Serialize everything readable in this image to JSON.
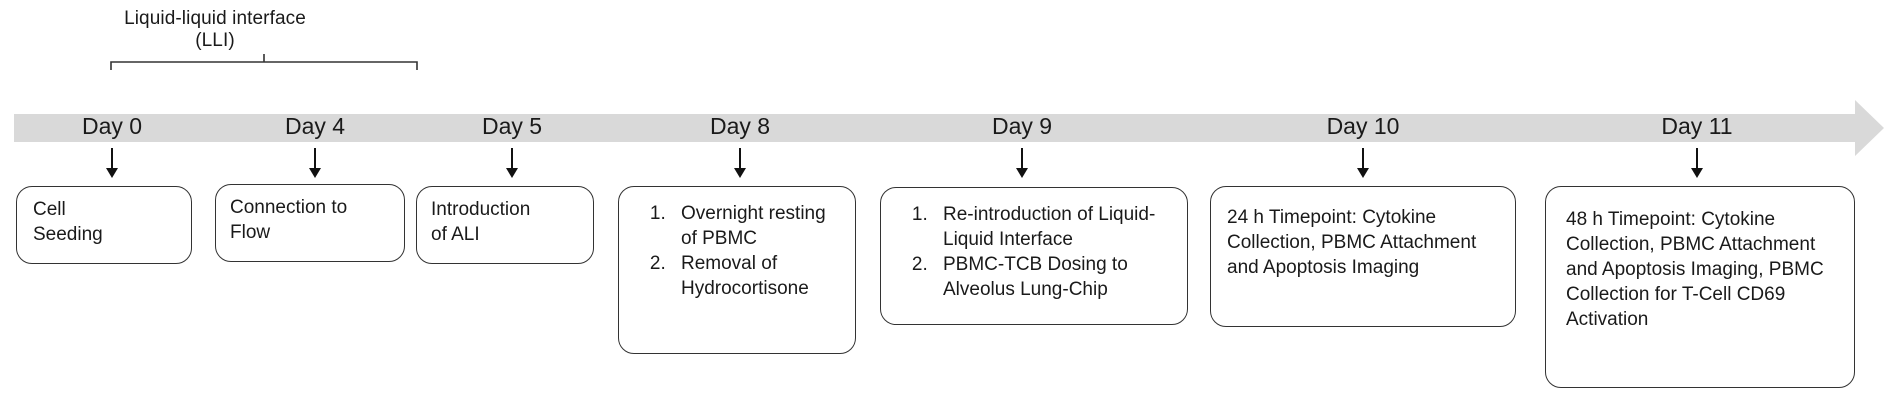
{
  "lli": {
    "label": "Liquid-liquid interface (LLI)"
  },
  "timeline": {
    "days": [
      {
        "label": "Day 0"
      },
      {
        "label": "Day 4"
      },
      {
        "label": "Day 5"
      },
      {
        "label": "Day 8"
      },
      {
        "label": "Day 9"
      },
      {
        "label": "Day 10"
      },
      {
        "label": "Day 11"
      }
    ]
  },
  "steps": {
    "day0": {
      "text": "Cell Seeding"
    },
    "day4": {
      "text": "Connection to Flow"
    },
    "day5": {
      "text": "Introduction of ALI"
    },
    "day8": {
      "items": [
        "Overnight resting of PBMC",
        "Removal of Hydrocortisone"
      ]
    },
    "day9": {
      "items": [
        "Re-introduction of Liquid-Liquid Interface",
        "PBMC-TCB Dosing to Alveolus Lung-Chip"
      ]
    },
    "day10": {
      "text": "24 h Timepoint: Cytokine Collection, PBMC Attachment and Apoptosis Imaging"
    },
    "day11": {
      "text": "48 h Timepoint: Cytokine Collection, PBMC Attachment and Apoptosis Imaging, PBMC Collection for T-Cell CD69 Activation"
    }
  }
}
